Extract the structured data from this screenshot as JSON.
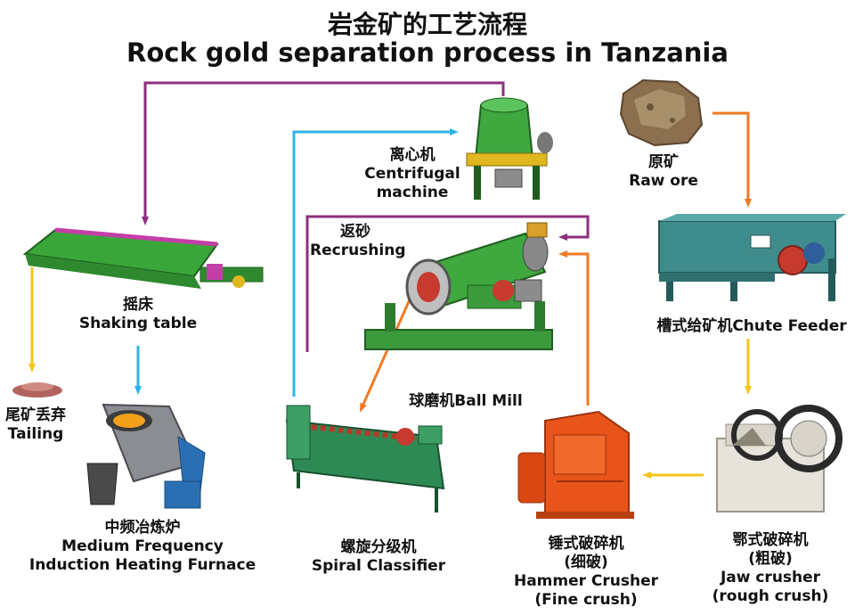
{
  "title_cn": "岩金矿的工艺流程",
  "title_en": "Rock gold separation process in Tanzania",
  "colors": {
    "purple": "#8e2f7e",
    "cyan": "#2fb4e6",
    "orange": "#f07a24",
    "yellow": "#f5c518",
    "machine_green": "#3b9a3b",
    "machine_teal": "#3f8c8c",
    "crusher_orange": "#e8541a",
    "crusher_white": "#e6e3da"
  },
  "nodes": {
    "raw_ore": {
      "cn": "原矿",
      "en": "Raw ore"
    },
    "chute_feeder": {
      "cn": "槽式给矿机Chute Feeder"
    },
    "jaw_crusher": {
      "cn": "鄂式破碎机",
      "cn2": "(粗破)",
      "en": "Jaw crusher",
      "en2": "(rough crush)"
    },
    "hammer_crusher": {
      "cn": "锤式破碎机",
      "cn2": "(细破)",
      "en": "Hammer Crusher",
      "en2": "(Fine crush)"
    },
    "ball_mill": {
      "cn": "球磨机Ball Mill"
    },
    "recrushing": {
      "cn": "返砂",
      "en": "Recrushing"
    },
    "spiral_classifier": {
      "cn": "螺旋分级机",
      "en": "Spiral Classifier"
    },
    "centrifugal": {
      "cn": "离心机",
      "en": "Centrifugal",
      "en2": "machine"
    },
    "shaking_table": {
      "cn": "摇床",
      "en": "Shaking table"
    },
    "tailing": {
      "cn": "尾矿丢弃",
      "en": "Tailing"
    },
    "furnace": {
      "cn": "中频冶炼炉",
      "en": "Medium Frequency",
      "en2": "Induction Heating Furnace"
    }
  },
  "edges": [
    {
      "from": "raw_ore",
      "to": "chute_feeder",
      "color": "orange"
    },
    {
      "from": "chute_feeder",
      "to": "jaw_crusher",
      "color": "yellow"
    },
    {
      "from": "jaw_crusher",
      "to": "hammer_crusher",
      "color": "yellow"
    },
    {
      "from": "hammer_crusher",
      "to": "ball_mill",
      "color": "orange"
    },
    {
      "from": "ball_mill",
      "to": "spiral_classifier",
      "color": "orange"
    },
    {
      "from": "spiral_classifier",
      "to": "ball_mill",
      "color": "purple",
      "label": "recrushing"
    },
    {
      "from": "spiral_classifier",
      "to": "centrifugal",
      "color": "cyan"
    },
    {
      "from": "centrifugal",
      "to": "shaking_table",
      "color": "purple"
    },
    {
      "from": "shaking_table",
      "to": "tailing",
      "color": "yellow"
    },
    {
      "from": "shaking_table",
      "to": "furnace",
      "color": "cyan"
    }
  ]
}
